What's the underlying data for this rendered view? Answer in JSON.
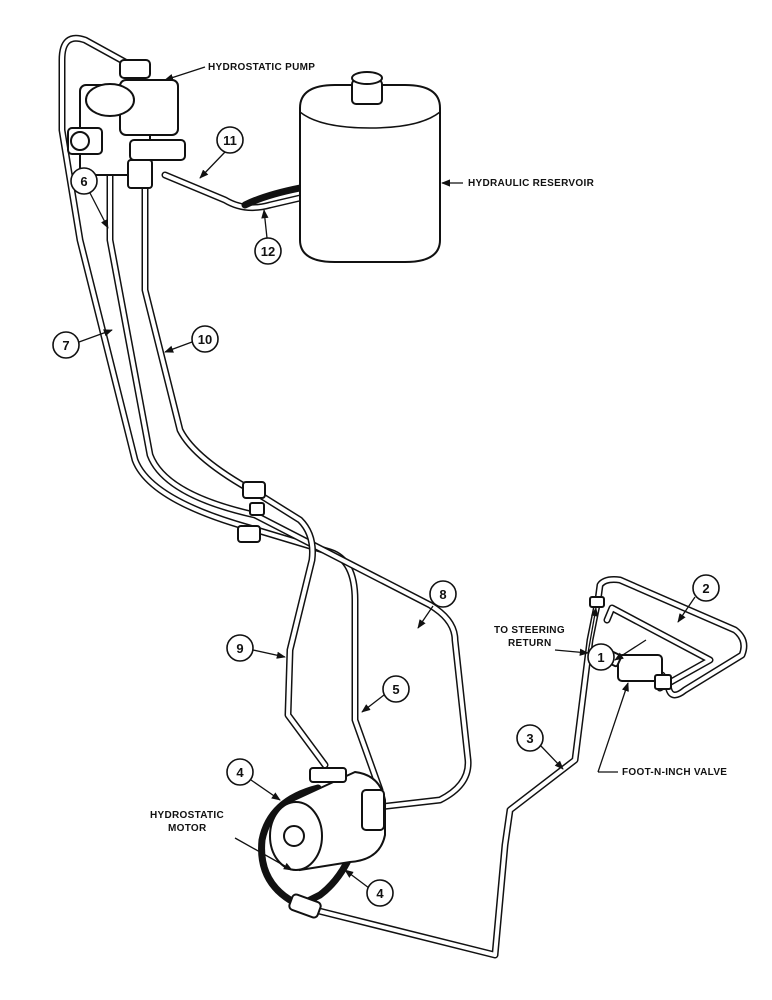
{
  "labels": {
    "pump": "HYDROSTATIC PUMP",
    "reservoir": "HYDRAULIC RESERVOIR",
    "steering_1": "TO STEERING",
    "steering_2": "RETURN",
    "valve": "FOOT-N-INCH VALVE",
    "motor_1": "HYDROSTATIC",
    "motor_2": "MOTOR"
  },
  "callouts": [
    "1",
    "2",
    "3",
    "4",
    "4",
    "5",
    "6",
    "7",
    "8",
    "9",
    "10",
    "11",
    "12"
  ]
}
